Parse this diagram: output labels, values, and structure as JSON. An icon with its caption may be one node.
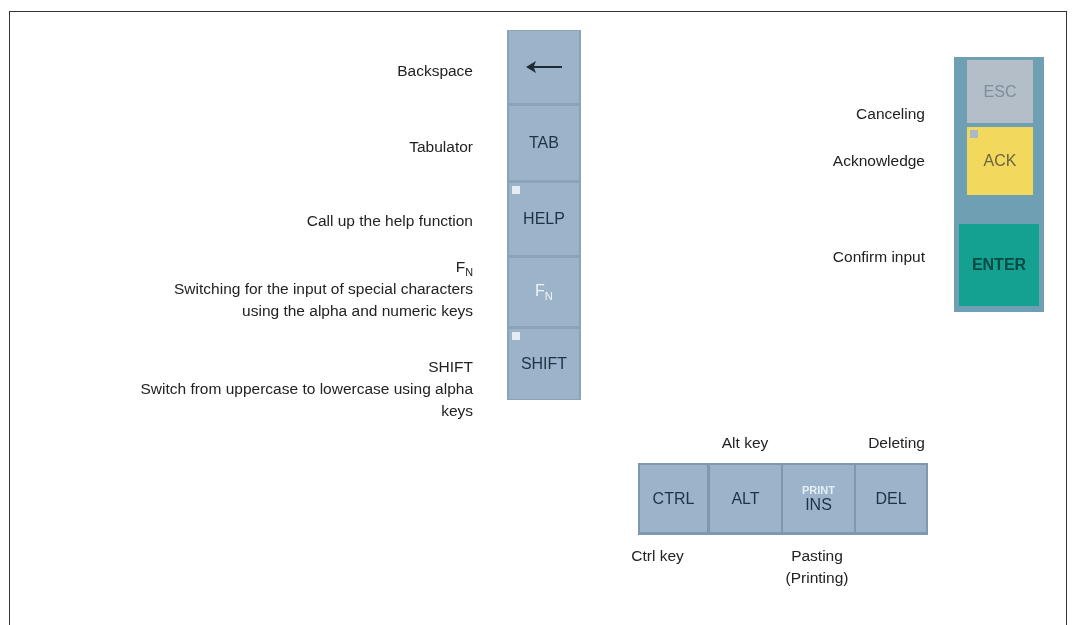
{
  "diagram": {
    "nodes": [
      {
        "text": [],
        "shape": "box",
        "beside": [
          "Backspace"
        ]
      },
      {
        "text": [
          "TAB"
        ],
        "beside": [
          "Tabulator"
        ]
      },
      {
        "text": [
          "HELP"
        ],
        "beside": [
          "Call up the help function"
        ]
      },
      {
        "text": [
          "F$_{N}$"
        ],
        "beside": [
          "F$_{N}$",
          "Switching for the input of special characters using the alpha and numeric keys"
        ]
      },
      {
        "text": [
          "SHIFT"
        ],
        "beside": [
          "SHIFT",
          "Switch from uppercase to lowercase using alpha keys"
        ]
      },
      {
        "text": [
          "ESC"
        ],
        "beside": [
          "Canceling"
        ]
      },
      {
        "text": [
          "ACK"
        ],
        "beside": [
          "Acknowledge"
        ]
      },
      {
        "text": [
          "ENTER"
        ],
        "beside": [
          "Confirm input"
        ]
      },
      {
        "text": [
          "CTRL"
        ],
        "beside": [
          "Ctrl key"
        ]
      },
      {
        "text": [
          "ALT"
        ],
        "beside": [
          "Alt key"
        ]
      },
      {
        "text": [
          "PRINT",
          "INS"
        ],
        "beside": [
          "Pasting (Printing)"
        ]
      },
      {
        "text": [
          "DEL"
        ],
        "beside": [
          "Deleting"
        ]
      }
    ]
  }
}
